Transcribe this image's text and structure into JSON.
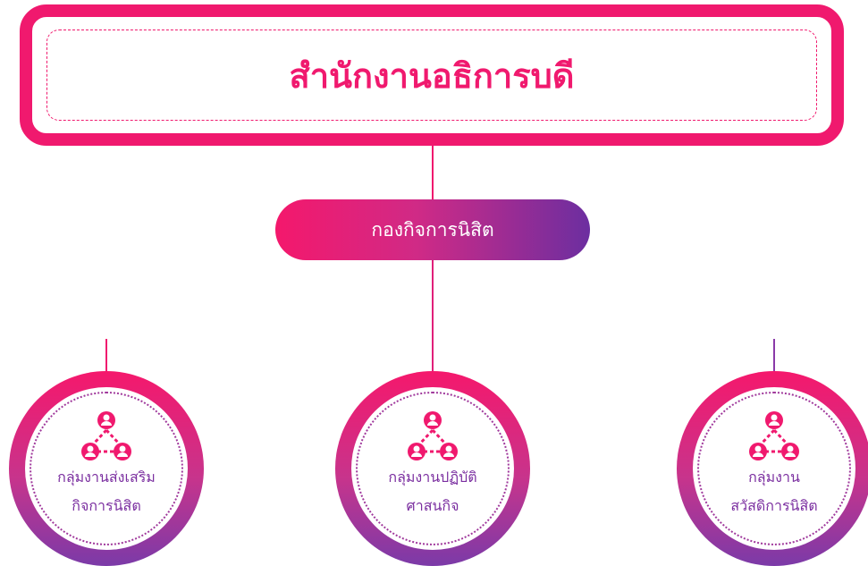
{
  "top": {
    "title": "สำนักงานอธิการบดี"
  },
  "division": {
    "label": "กองกิจการนิสิต"
  },
  "groups": [
    {
      "line1": "กลุ่มงานส่งเสริม",
      "line2": "กิจการนิสิต"
    },
    {
      "line1": "กลุ่มงานปฏิบัติ",
      "line2": "ศาสนกิจ"
    },
    {
      "line1": "กลุ่มงาน",
      "line2": "สวัสดิการนิสิต"
    }
  ],
  "icons": [
    "users-network-icon"
  ],
  "colors": {
    "pink": "#f0196e",
    "purple": "#7b3aa8",
    "label": "#7b2fa0"
  }
}
